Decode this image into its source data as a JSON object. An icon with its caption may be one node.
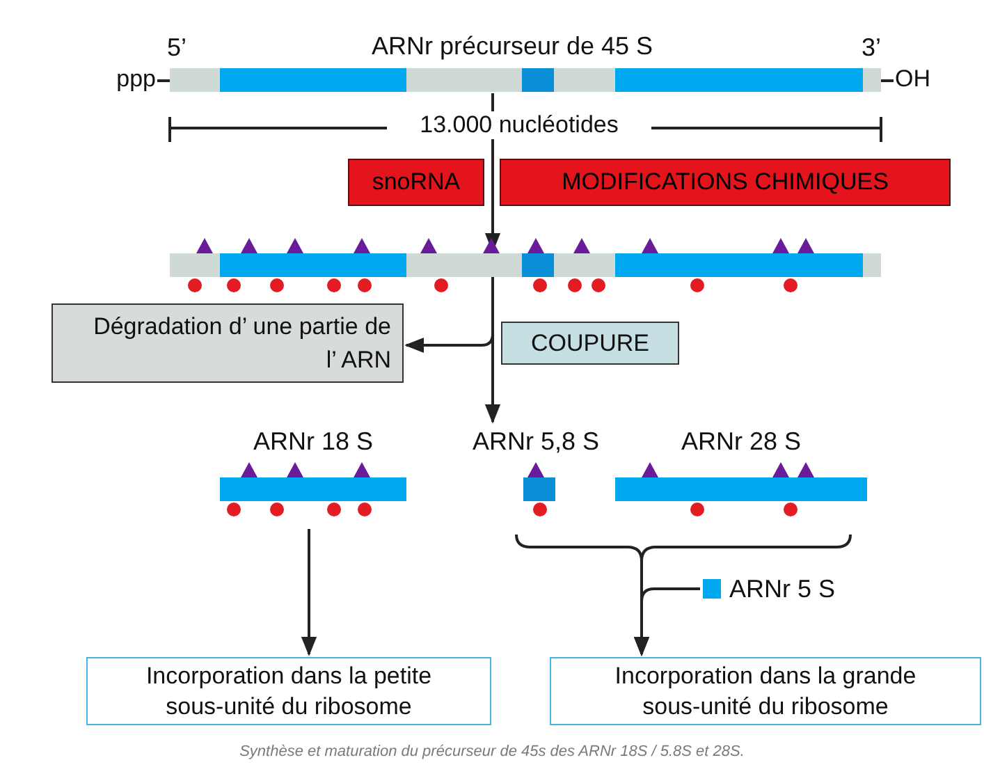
{
  "diagram": {
    "caption": "Synthèse et maturation du précurseur de 45s des ARNr 18S / 5.8S et 28S.",
    "nodes": [
      {
        "text": [
          "ARNr précurseur de 45 S"
        ],
        "beside": [
          "5’",
          "3’",
          "ppp",
          "OH"
        ]
      },
      {
        "text": [
          "snoRNA"
        ]
      },
      {
        "text": [
          "MODIFICATIONS CHIMIQUES"
        ]
      },
      {
        "text": [],
        "shape": "bar"
      },
      {
        "text": [
          "Dégradation d’ une partie de l’ ARN"
        ]
      },
      {
        "text": [
          "COUPURE"
        ]
      },
      {
        "text": [
          "ARNr 18 S"
        ]
      },
      {
        "text": [
          "ARNr 5,8 S"
        ]
      },
      {
        "text": [
          "ARNr 28 S"
        ]
      },
      {
        "text": [
          "ARNr 5 S"
        ]
      },
      {
        "text": [
          "Incorporation dans la petite sous-unité du ribosome"
        ]
      },
      {
        "text": [
          "Incorporation dans la grande sous-unité du ribosome"
        ]
      }
    ],
    "edges": [
      {
        "from": 0,
        "to": 3,
        "arrow": "to"
      },
      {
        "from": 3,
        "to": 4,
        "arrow": "to"
      },
      {
        "from": 3,
        "to": 7,
        "arrow": "to"
      },
      {
        "from": 6,
        "to": 10,
        "arrow": "to"
      },
      {
        "from": 7,
        "to": 11,
        "arrow": "to"
      },
      {
        "from": 8,
        "to": 11,
        "arrow": "to"
      },
      {
        "from": 9,
        "to": 11,
        "arrow": "to"
      }
    ],
    "labels": [
      "13.000 nucléotides"
    ]
  }
}
